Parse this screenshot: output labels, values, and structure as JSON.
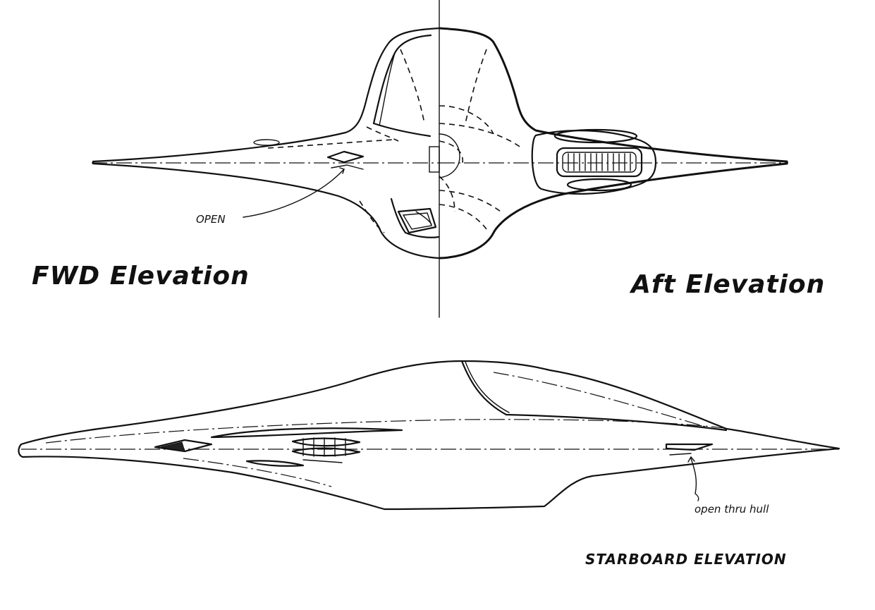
{
  "labels": {
    "fwd_elevation": "FWD Elevation",
    "aft_elevation": "Aft Elevation",
    "starboard_elevation": "STARBOARD ELEVATION",
    "open_note": "OPEN",
    "open_thru_hull_note": "open thru hull"
  }
}
